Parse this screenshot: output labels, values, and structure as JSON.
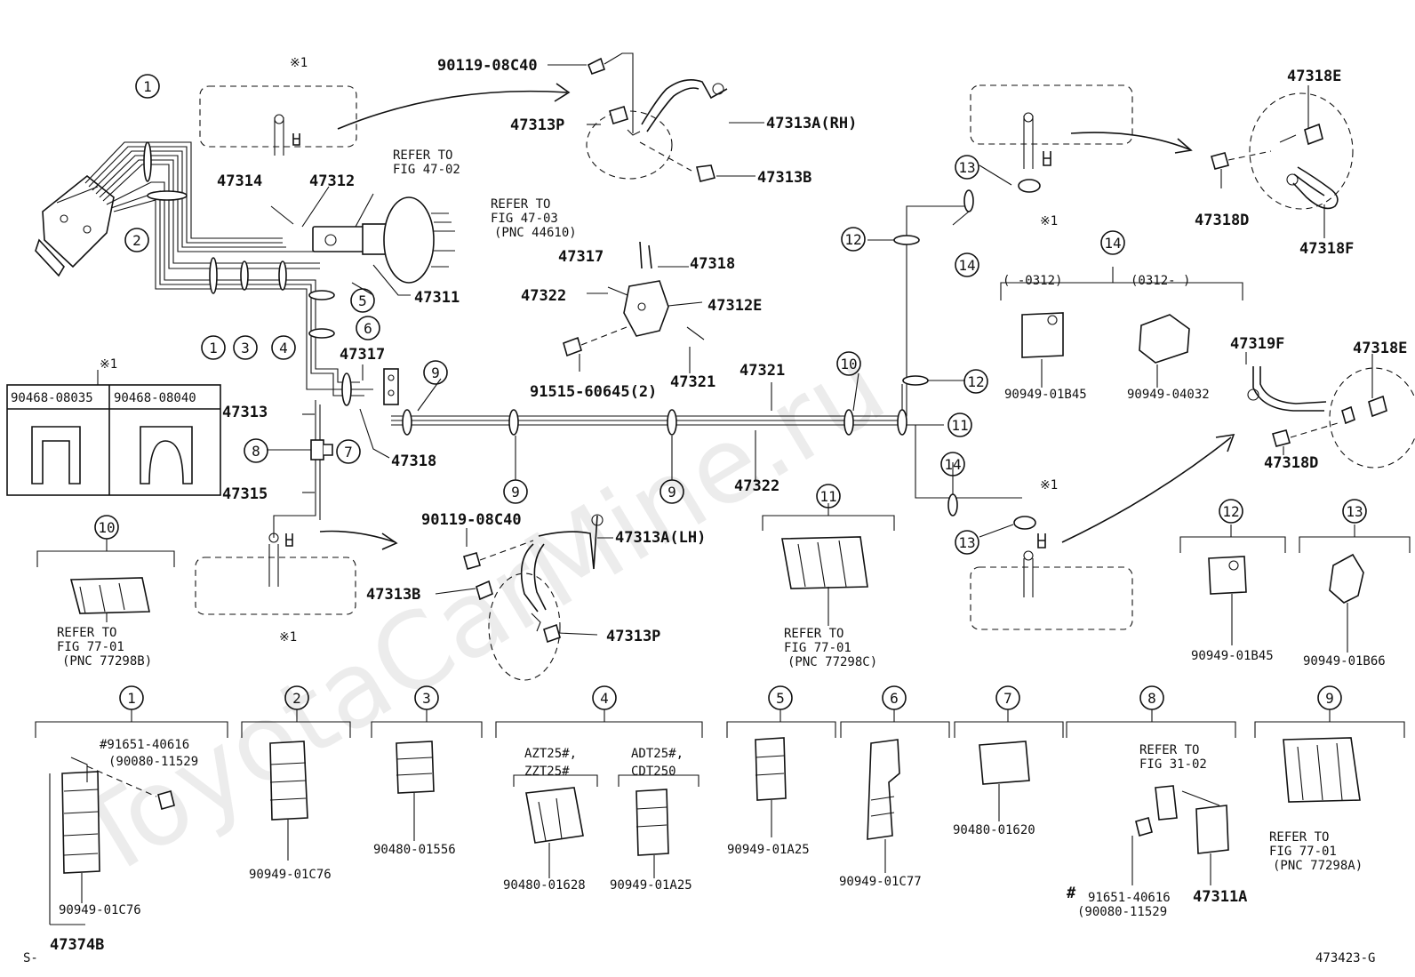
{
  "watermark": "ToyotaCarMine.ru",
  "labels": {
    "p90119_08C40_top": "90119-08C40",
    "p47313P_top": "47313P",
    "p47313A_RH": "47313A(RH)",
    "p47313B_top": "47313B",
    "p47314": "47314",
    "p47312": "47312",
    "refer_47_02_a": "REFER TO",
    "refer_47_02_b": "FIG 47-02",
    "refer_47_03_a": "REFER TO",
    "refer_47_03_b": "FIG 47-03",
    "refer_47_03_c": "(PNC 44610)",
    "p47311": "47311",
    "p47317_top": "47317",
    "p47318_top": "47318",
    "p47322_top": "47322",
    "p47312E": "47312E",
    "p91515": "91515-60645(2)",
    "p47321_small": "47321",
    "p47321": "47321",
    "p47322": "47322",
    "p47317": "47317",
    "p47318": "47318",
    "p47313": "47313",
    "p47315": "47315",
    "p90468_a": "90468-08035",
    "p90468_b": "90468-08040",
    "mark1": "※1",
    "p90119_08C40_bot": "90119-08C40",
    "p47313A_LH": "47313A(LH)",
    "p47313B_bot": "47313B",
    "p47313P_bot": "47313P",
    "p47318E_top": "47318E",
    "p47318D_top": "47318D",
    "p47318F": "47318F",
    "range_a": "(     -0312)",
    "range_b": "(0312-     )",
    "p90949_01B45_a": "90949-01B45",
    "p90949_04032": "90949-04032",
    "p47319F": "47319F",
    "p47318E_bot": "47318E",
    "p47318D_bot": "47318D",
    "p90949_01B45_b": "90949-01B45",
    "p90949_01B66": "90949-01B66",
    "ref10_a": "REFER TO",
    "ref10_b": "FIG 77-01",
    "ref10_c": "(PNC 77298B)",
    "ref11_a": "REFER TO",
    "ref11_b": "FIG 77-01",
    "ref11_c": "(PNC 77298C)",
    "p91651_a": "#91651-40616",
    "p90080_a": "(90080-11529",
    "p90949_01C76_a": "90949-01C76",
    "p47374B": "47374B",
    "p90949_01C76_b": "90949-01C76",
    "p90480_01556": "90480-01556",
    "azt": "AZT25#,",
    "zzt": "ZZT25#",
    "adt": "ADT25#,",
    "cdt": "CDT250",
    "p90480_01628": "90480-01628",
    "p90949_01A25_a": "90949-01A25",
    "p90949_01A25_b": "90949-01A25",
    "p90949_01C77": "90949-01C77",
    "p90480_01620": "90480-01620",
    "ref31_a": "REFER TO",
    "ref31_b": "FIG 31-02",
    "hash": "#",
    "p91651_b": "91651-40616",
    "p90080_b": "(90080-11529",
    "p47311A": "47311A",
    "ref9_a": "REFER TO",
    "ref9_b": "FIG 77-01",
    "ref9_c": "(PNC 77298A)",
    "s_dash": "S-",
    "fig_id": "473423-G"
  },
  "callouts": {
    "c1": "1",
    "c2": "2",
    "c3": "3",
    "c4": "4",
    "c5": "5",
    "c6": "6",
    "c7": "7",
    "c8": "8",
    "c9": "9",
    "c10": "10",
    "c11": "11",
    "c12": "12",
    "c13": "13",
    "c14": "14"
  }
}
